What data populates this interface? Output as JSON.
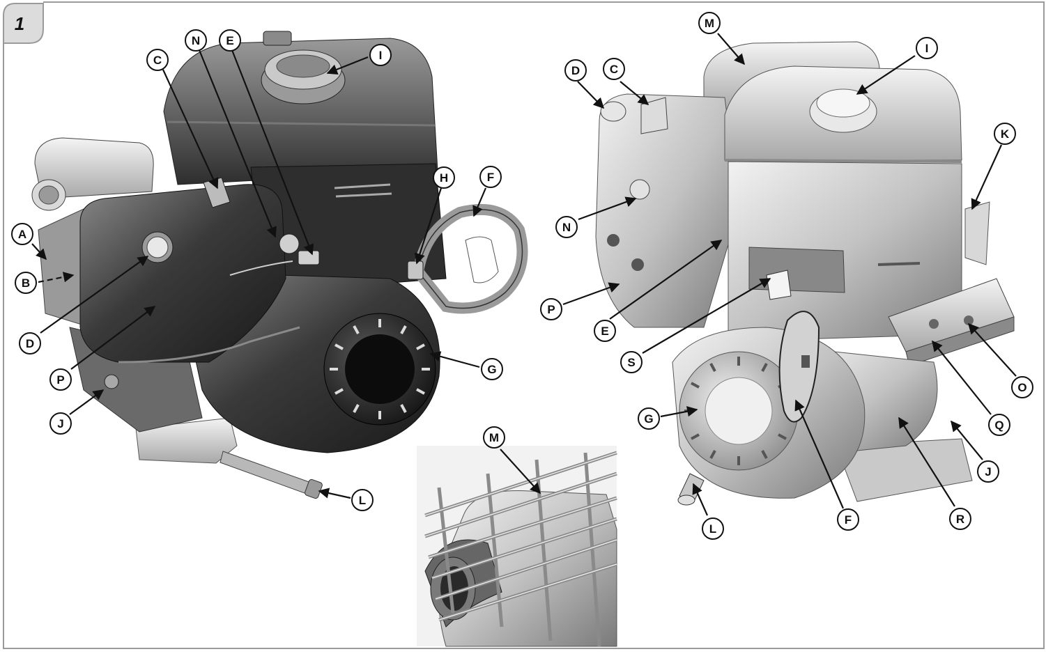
{
  "figure": {
    "number": "1"
  },
  "views": {
    "left_engine": {
      "callouts": [
        {
          "id": "A",
          "label": "A"
        },
        {
          "id": "B",
          "label": "B"
        },
        {
          "id": "C",
          "label": "C"
        },
        {
          "id": "N",
          "label": "N"
        },
        {
          "id": "E",
          "label": "E"
        },
        {
          "id": "I",
          "label": "I"
        },
        {
          "id": "H",
          "label": "H"
        },
        {
          "id": "F",
          "label": "F"
        },
        {
          "id": "D",
          "label": "D"
        },
        {
          "id": "P",
          "label": "P"
        },
        {
          "id": "G",
          "label": "G"
        },
        {
          "id": "J",
          "label": "J"
        },
        {
          "id": "L",
          "label": "L"
        }
      ]
    },
    "inset_muffler_guard": {
      "callouts": [
        {
          "id": "M",
          "label": "M"
        }
      ]
    },
    "right_engine": {
      "callouts": [
        {
          "id": "M",
          "label": "M"
        },
        {
          "id": "D",
          "label": "D"
        },
        {
          "id": "C",
          "label": "C"
        },
        {
          "id": "I",
          "label": "I"
        },
        {
          "id": "K",
          "label": "K"
        },
        {
          "id": "N",
          "label": "N"
        },
        {
          "id": "P",
          "label": "P"
        },
        {
          "id": "E",
          "label": "E"
        },
        {
          "id": "S",
          "label": "S"
        },
        {
          "id": "G",
          "label": "G"
        },
        {
          "id": "O",
          "label": "O"
        },
        {
          "id": "Q",
          "label": "Q"
        },
        {
          "id": "J",
          "label": "J"
        },
        {
          "id": "L",
          "label": "L"
        },
        {
          "id": "F",
          "label": "F"
        },
        {
          "id": "R",
          "label": "R"
        }
      ]
    }
  },
  "colors": {
    "frame": "#9a9a9a",
    "left_engine_body": "#3c3c3c",
    "left_engine_highlight": "#8c8c8c",
    "right_engine_body": "#bdbdbd",
    "right_engine_shadow": "#7a7a7a",
    "callout_stroke": "#111111",
    "callout_fill": "#ffffff"
  }
}
